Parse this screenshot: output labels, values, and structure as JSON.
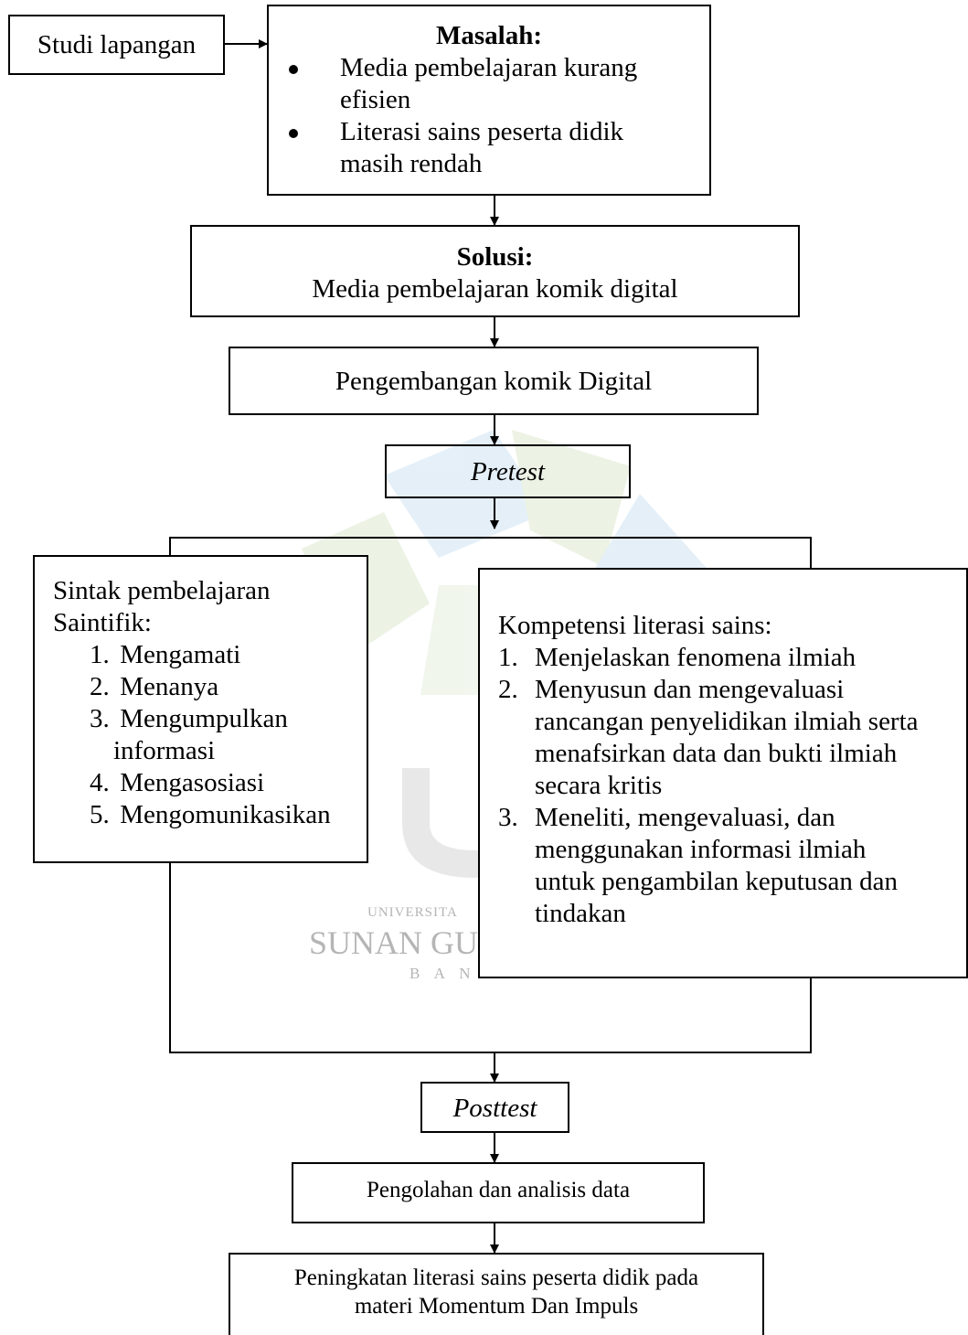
{
  "studi": {
    "label": "Studi lapangan"
  },
  "masalah": {
    "title": "Masalah:",
    "items": [
      [
        "Media pembelajaran kurang",
        "efisien"
      ],
      [
        "Literasi sains peserta didik",
        "masih rendah"
      ]
    ]
  },
  "solusi": {
    "title": "Solusi:",
    "text": "Media pembelajaran komik digital"
  },
  "pengembangan": {
    "label": "Pengembangan komik Digital"
  },
  "pretest": {
    "label": "Pretest"
  },
  "sintak": {
    "title_line1": "Sintak pembelajaran",
    "title_line2": "Saintifik:",
    "items": [
      {
        "num": "1.",
        "lines": [
          "Mengamati"
        ]
      },
      {
        "num": "2.",
        "lines": [
          "Menanya"
        ]
      },
      {
        "num": "3.",
        "lines": [
          "Mengumpulkan",
          "informasi"
        ]
      },
      {
        "num": "4.",
        "lines": [
          "Mengasosiasi"
        ]
      },
      {
        "num": "5.",
        "lines": [
          "Mengomunikasikan"
        ]
      }
    ]
  },
  "kompetensi": {
    "title": "Kompetensi literasi sains:",
    "items": [
      {
        "num": "1.",
        "lines": [
          "Menjelaskan fenomena ilmiah"
        ]
      },
      {
        "num": "2.",
        "lines": [
          "Menyusun dan mengevaluasi",
          "rancangan penyelidikan ilmiah serta",
          "menafsirkan data dan bukti ilmiah",
          "secara kritis"
        ]
      },
      {
        "num": "3.",
        "lines": [
          "Meneliti, mengevaluasi, dan",
          "menggunakan informasi ilmiah",
          "untuk pengambilan keputusan dan",
          "tindakan"
        ]
      }
    ]
  },
  "posttest": {
    "label": "Posttest"
  },
  "pengolahan": {
    "label": "Pengolahan dan analisis data"
  },
  "peningkatan": {
    "line1": "Peningkatan literasi sains peserta didik pada",
    "line2": "materi Momentum Dan Impuls"
  },
  "watermark": {
    "line1": "UNIVERSITA",
    "line2": "SUNAN GU",
    "line3": "B A N",
    "colors": {
      "blue": "#cfe3f3",
      "green": "#dde9cf",
      "gray": "#d6d6d6"
    }
  }
}
